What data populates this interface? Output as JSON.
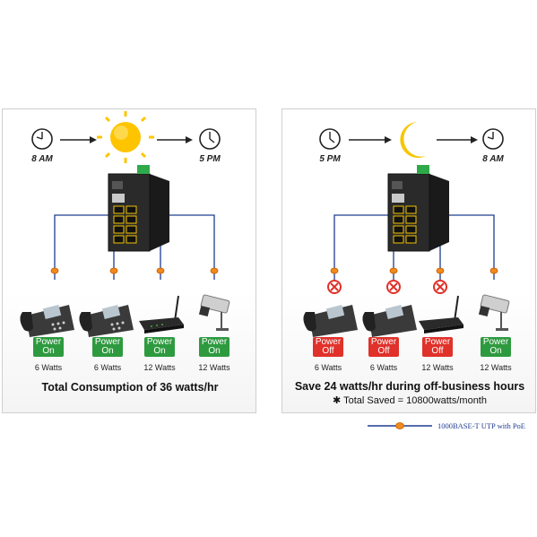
{
  "left_panel": {
    "start_time": "8 AM",
    "end_time": "5 PM",
    "badges": [
      {
        "line1": "Power",
        "line2": "On",
        "watts": "6 Watts"
      },
      {
        "line1": "Power",
        "line2": "On",
        "watts": "6 Watts"
      },
      {
        "line1": "Power",
        "line2": "On",
        "watts": "12 Watts"
      },
      {
        "line1": "Power",
        "line2": "On",
        "watts": "12 Watts"
      }
    ],
    "caption": "Total Consumption of 36 watts/hr"
  },
  "right_panel": {
    "start_time": "5 PM",
    "end_time": "8 AM",
    "badges": [
      {
        "line1": "Power",
        "line2": "Off",
        "watts": "6 Watts"
      },
      {
        "line1": "Power",
        "line2": "Off",
        "watts": "6 Watts"
      },
      {
        "line1": "Power",
        "line2": "Off",
        "watts": "12 Watts"
      },
      {
        "line1": "Power",
        "line2": "On",
        "watts": "12 Watts"
      }
    ],
    "caption": "Save 24 watts/hr during off-business hours",
    "subcaption": "✱ Total Saved = 10800watts/month"
  },
  "legend": {
    "label": "1000BASE-T UTP with PoE"
  },
  "colors": {
    "power_on": "#2e9a3f",
    "power_off": "#e0312a",
    "cable": "#1f3d8f",
    "poe_dot": "#f08a1c",
    "sun": "#ffc400",
    "moon": "#f7c600"
  },
  "icons": [
    "clock-icon",
    "sun-icon",
    "moon-icon",
    "switch-icon",
    "ip-phone-icon",
    "wireless-router-icon",
    "ip-camera-icon",
    "power-cut-icon"
  ]
}
